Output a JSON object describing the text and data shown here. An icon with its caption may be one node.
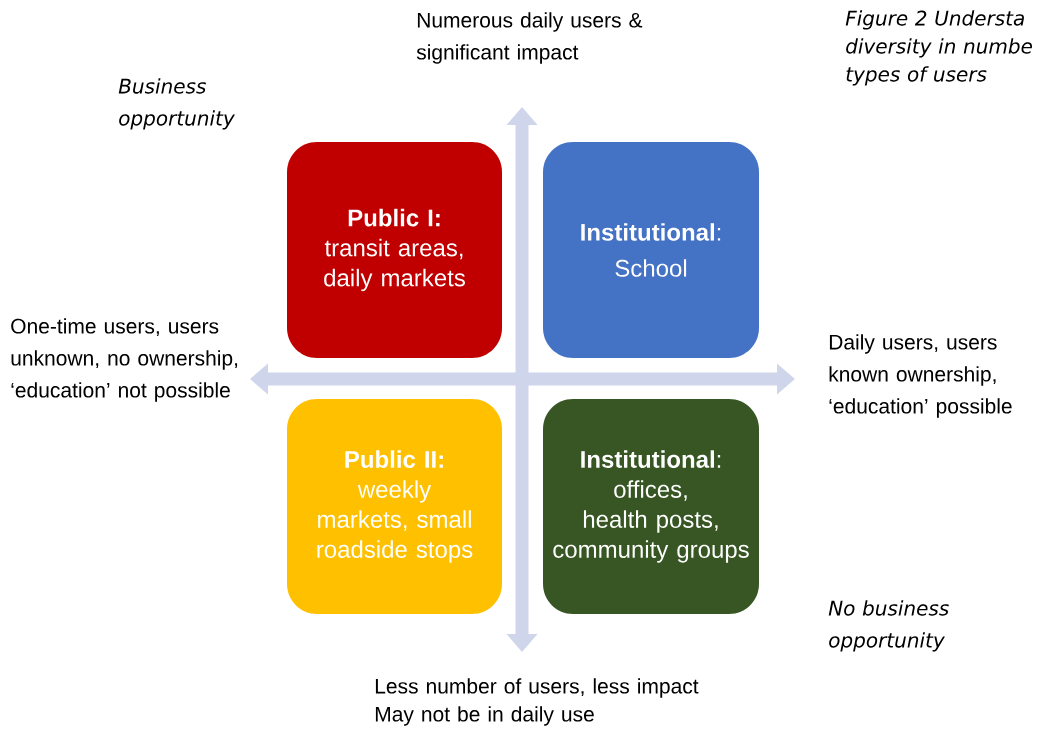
{
  "diagram": {
    "caption": "Figure 2 Understa diversity in numbe types of users",
    "nodes": [
      {
        "text": [
          "Public I:",
          "transit areas, daily markets"
        ]
      },
      {
        "text": [
          "**Institutional**:",
          "School"
        ]
      },
      {
        "text": [
          "Public II:",
          "weekly markets, small roadside stops"
        ]
      },
      {
        "text": [
          "**Institutional**:",
          "offices, health posts, community groups"
        ]
      }
    ],
    "labels": [
      "Numerous daily users & significant impact",
      "Business opportunity",
      "One-time users, users unknown, no ownership, ‘education’ not possible",
      "Daily users, users known ownership, ‘education’ possible",
      "No business opportunity",
      "Less number of users, less impact",
      "May not be in daily use"
    ]
  }
}
